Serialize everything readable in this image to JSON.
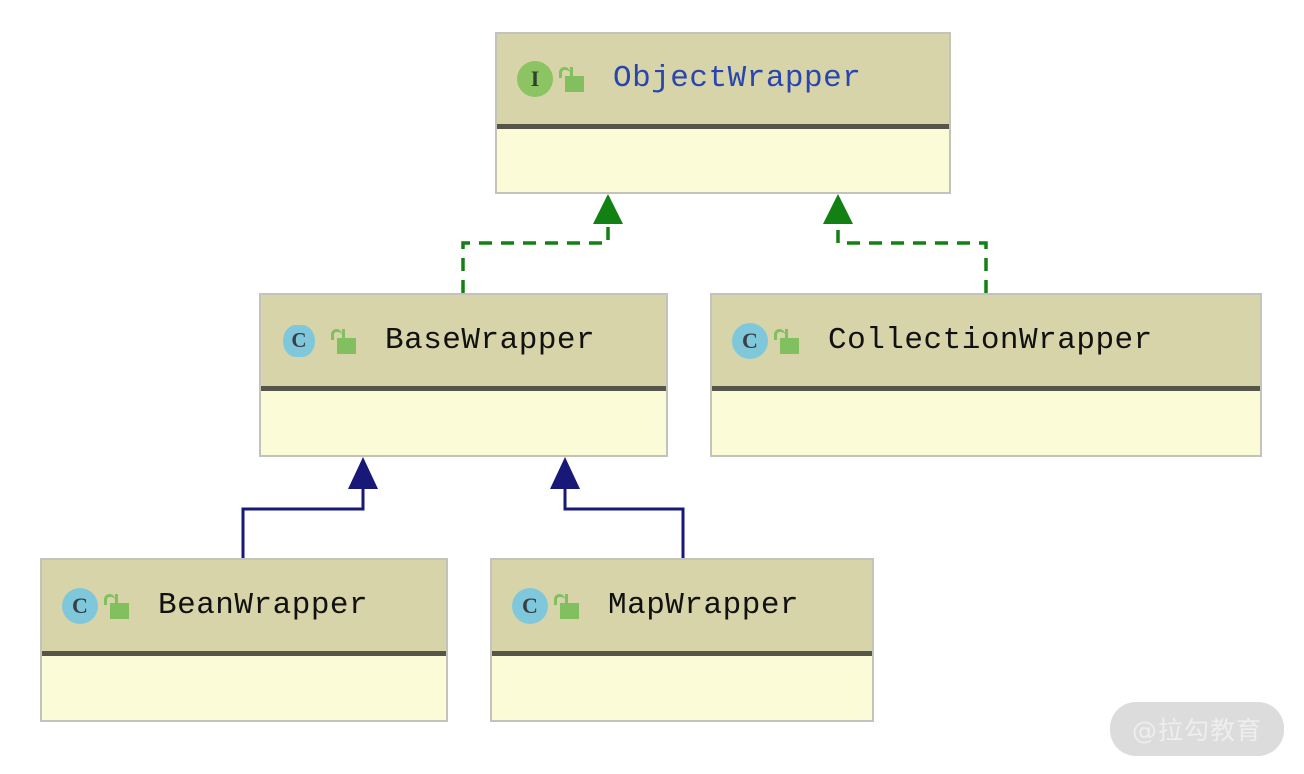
{
  "diagram": {
    "type": "uml-class-diagram",
    "background_color": "#ffffff",
    "node_header_color": "#d7d4aa",
    "node_body_color": "#fcfbd8",
    "node_divider_color": "#55554a",
    "node_border_color": "#c3c3bc",
    "interface_title_color": "#2a46ad",
    "class_title_color": "#111111",
    "realization_edge_color": "#128012",
    "inheritance_edge_color": "#181878",
    "interface_icon_color": "#8cc363",
    "class_icon_color": "#7fc8dc",
    "lock_icon_color": "#82c05f"
  },
  "nodes": [
    {
      "id": "object-wrapper",
      "name": "ObjectWrapper",
      "kind": "interface",
      "kind_letter": "I",
      "abstract": false,
      "visibility": "public",
      "visibility_icon": "open-padlock-icon",
      "members": []
    },
    {
      "id": "base-wrapper",
      "name": "BaseWrapper",
      "kind": "class",
      "kind_letter": "C",
      "abstract": true,
      "visibility": "public",
      "visibility_icon": "open-padlock-icon",
      "members": []
    },
    {
      "id": "collection-wrapper",
      "name": "CollectionWrapper",
      "kind": "class",
      "kind_letter": "C",
      "abstract": false,
      "visibility": "public",
      "visibility_icon": "open-padlock-icon",
      "members": []
    },
    {
      "id": "bean-wrapper",
      "name": "BeanWrapper",
      "kind": "class",
      "kind_letter": "C",
      "abstract": false,
      "visibility": "public",
      "visibility_icon": "open-padlock-icon",
      "members": []
    },
    {
      "id": "map-wrapper",
      "name": "MapWrapper",
      "kind": "class",
      "kind_letter": "C",
      "abstract": false,
      "visibility": "public",
      "visibility_icon": "open-padlock-icon",
      "members": []
    }
  ],
  "edges": [
    {
      "from": "base-wrapper",
      "to": "object-wrapper",
      "relation": "realization",
      "style": "dashed",
      "arrow": "hollow-triangle-filled",
      "color": "#128012"
    },
    {
      "from": "collection-wrapper",
      "to": "object-wrapper",
      "relation": "realization",
      "style": "dashed",
      "arrow": "hollow-triangle-filled",
      "color": "#128012"
    },
    {
      "from": "bean-wrapper",
      "to": "base-wrapper",
      "relation": "inheritance",
      "style": "solid",
      "arrow": "triangle-filled",
      "color": "#181878"
    },
    {
      "from": "map-wrapper",
      "to": "base-wrapper",
      "relation": "inheritance",
      "style": "solid",
      "arrow": "triangle-filled",
      "color": "#181878"
    }
  ],
  "watermark": {
    "text": "@拉勾教育"
  }
}
